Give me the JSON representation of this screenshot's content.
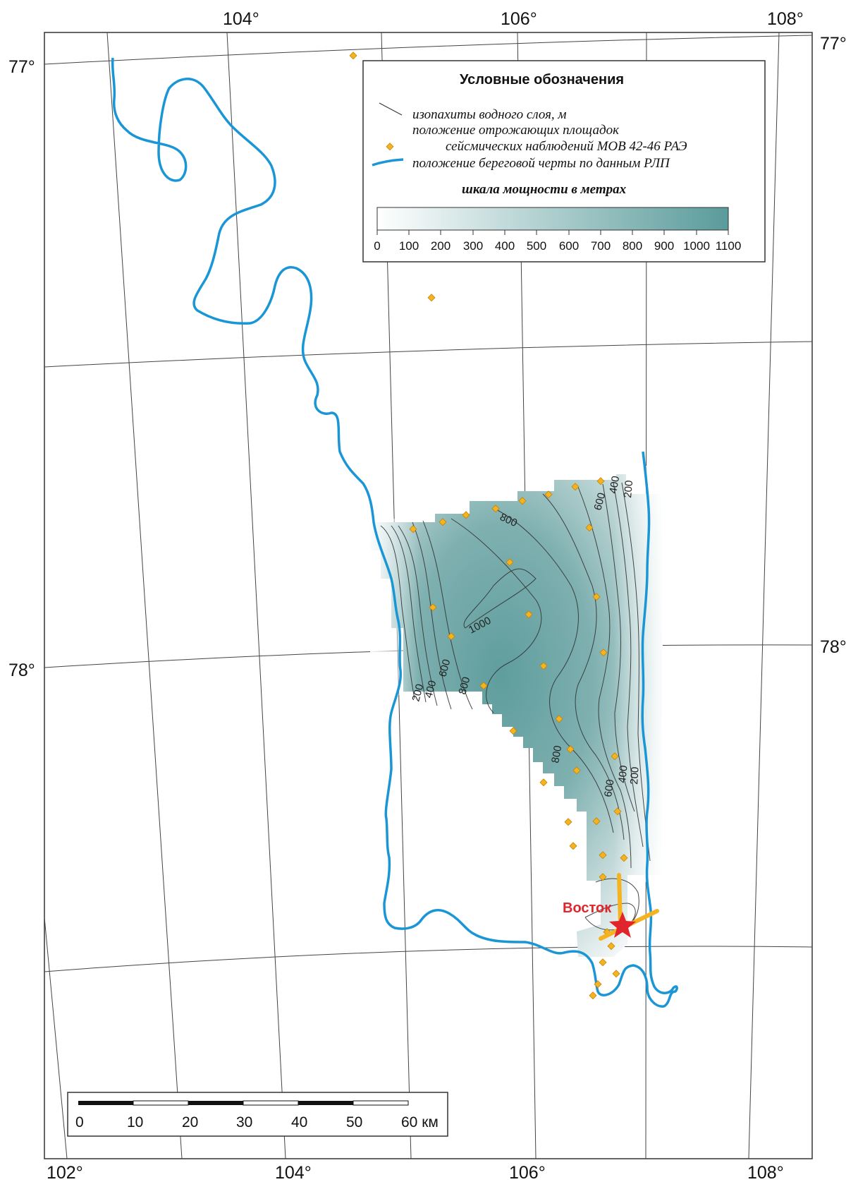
{
  "map": {
    "top_lon_labels": [
      "104°",
      "106°",
      "108°"
    ],
    "bottom_lon_labels": [
      "102°",
      "104°",
      "106°",
      "108°"
    ],
    "left_lat_labels": [
      "77°",
      "78°"
    ],
    "right_lat_labels": [
      "77°",
      "78°"
    ],
    "station_name": "Восток",
    "colors": {
      "shoreline": "#1a96d6",
      "water_layer_max": "#5a9b9b",
      "water_layer_min": "#ffffff",
      "seismic_marker": "#f5b321",
      "station_marker": "#e0262c"
    }
  },
  "isopach_labels": [
    "800",
    "1000",
    "600",
    "800",
    "400",
    "200",
    "600",
    "400",
    "200",
    "800",
    "600",
    "400",
    "200"
  ],
  "legend": {
    "title": "Условные обозначения",
    "isopach": "изопахиты водного слоя, м",
    "seismic_line1": "положение отрожающих площадок",
    "seismic_line2": "сейсмических наблюдений МОВ 42-46 РАЭ",
    "shoreline": "положение береговой черты по данным РЛП",
    "scale_title": "шкала мощности в метрах",
    "scale_ticks": [
      "0",
      "100",
      "200",
      "300",
      "400",
      "500",
      "600",
      "700",
      "800",
      "900",
      "1000",
      "1100"
    ]
  },
  "scale_bar": {
    "ticks": [
      "0",
      "10",
      "20",
      "30",
      "40",
      "50"
    ],
    "last_label": "60 км"
  }
}
